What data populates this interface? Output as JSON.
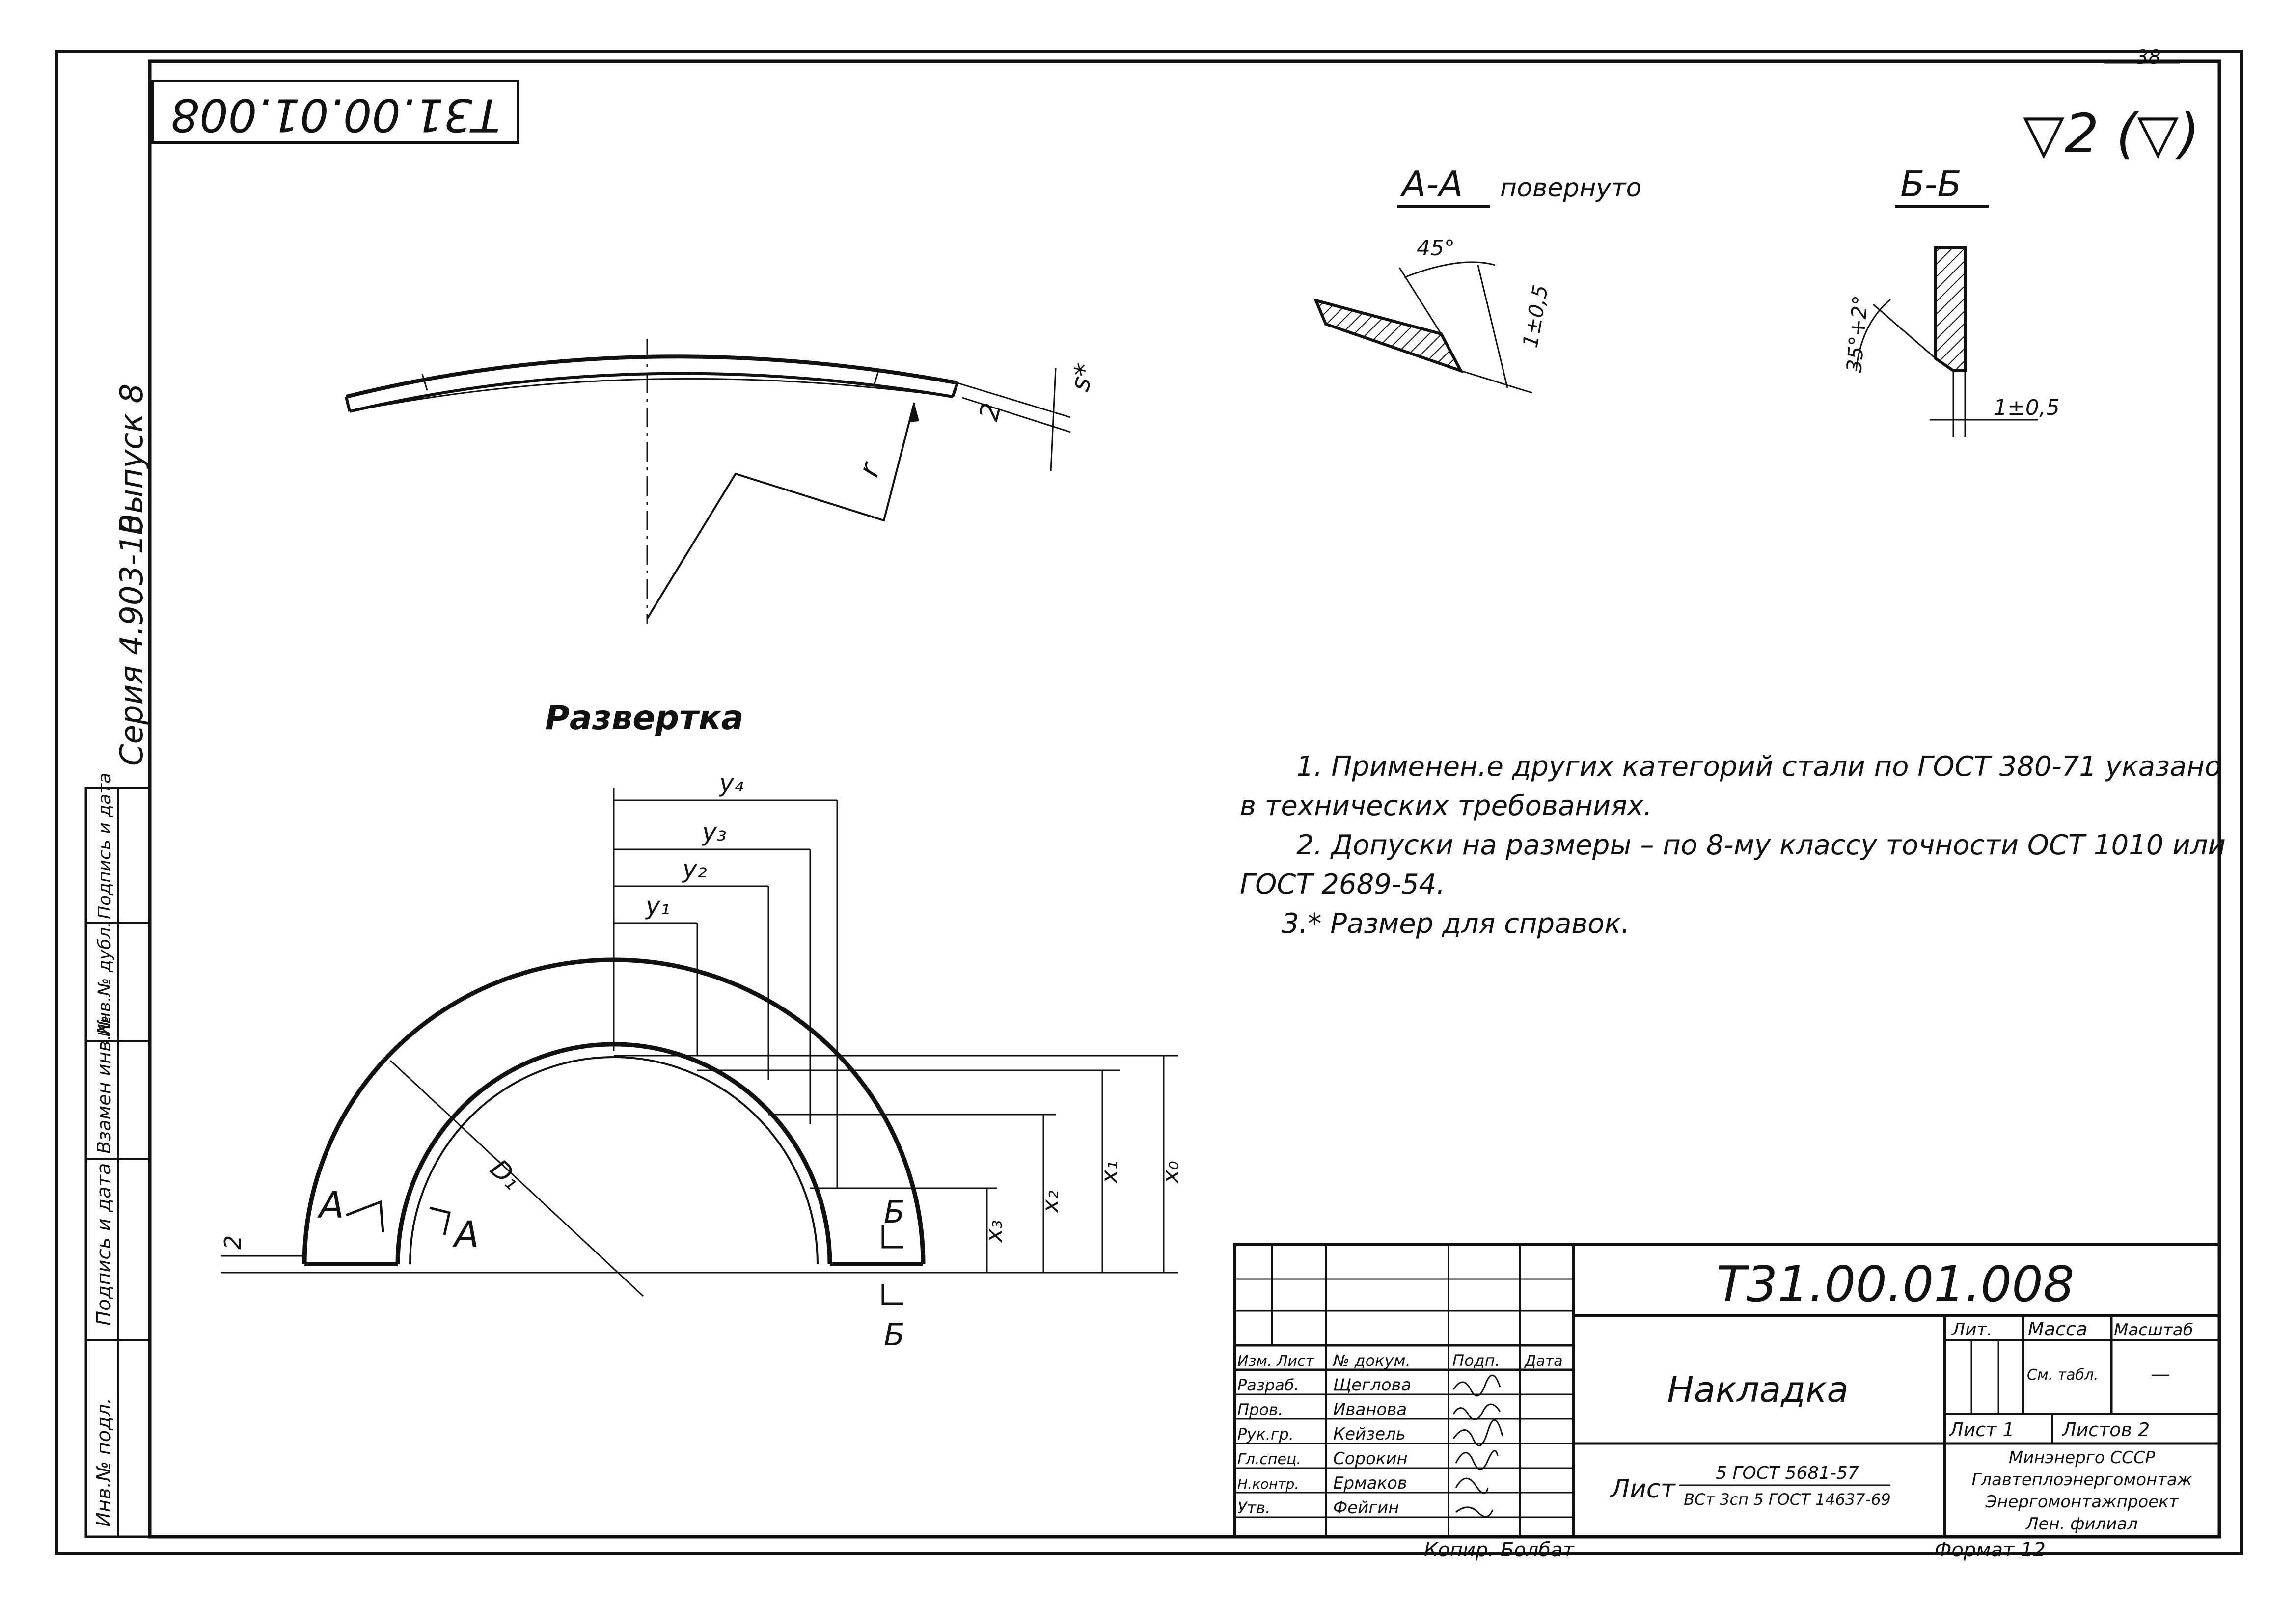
{
  "sheet": {
    "page_number": "38",
    "top_code": "Т31.00.01.008",
    "surface_mark": "▽2 (▽)",
    "copied_by": "Копир. Болбат",
    "format": "Формат 12"
  },
  "left_margin": {
    "series": "Серия 4.903-10",
    "issue": "Выпуск 8",
    "stamp_cells": [
      "Инв.№ подл.",
      "Подпись и дата",
      "Взамен инв.№",
      "Инв.№ дубл.",
      "Подпись и дата"
    ]
  },
  "views": {
    "section_aa_title": "А-А",
    "section_aa_note": "повернуто",
    "section_aa_angle": "45°",
    "section_aa_dim": "1±0,5",
    "section_bb_title": "Б-Б",
    "section_bb_angle": "35°+2°",
    "section_bb_dim": "1±0,5",
    "profile_labels": {
      "r": "r",
      "two": "2",
      "s": "s*"
    },
    "razvertka_title": "Развертка",
    "y_labels": [
      "y₄",
      "y₃",
      "y₂",
      "y₁"
    ],
    "x_labels": [
      "x₀",
      "x₁",
      "x₂",
      "x₃"
    ],
    "d1_label": "D₁",
    "thickness_label": "2",
    "cut_a_left": "А",
    "cut_a_right": "А",
    "cut_b_top": "Б",
    "cut_b_bottom": "Б"
  },
  "notes": [
    "1. Применен.е других категорий стали по ГОСТ 380-71 указано",
    "в технических требованиях.",
    "2. Допуски на размеры – по 8-му классу точности ОСТ 1010 или",
    "ГОСТ 2689-54.",
    "3.* Размер для справок."
  ],
  "title_block": {
    "drawing_code": "Т31.00.01.008",
    "part_name": "Накладка",
    "column_headers": [
      "Изм.",
      "Лист",
      "№ докум.",
      "Подп.",
      "Дата"
    ],
    "rows": [
      {
        "role": "Разраб.",
        "name": "Щеглова"
      },
      {
        "role": "Пров.",
        "name": "Иванова"
      },
      {
        "role": "Рук.гр.",
        "name": "Кейзель"
      },
      {
        "role": "Гл.спец.",
        "name": "Сорокин"
      },
      {
        "role": "Н.контр.",
        "name": "Ермаков"
      },
      {
        "role": "Утв.",
        "name": "Фейгин"
      }
    ],
    "material_prefix": "Лист",
    "material_top": "5 ГОСТ 5681-57",
    "material_bottom": "ВСт 3сп 5 ГОСТ 14637-69",
    "lit_label": "Лит.",
    "mass_label": "Масса",
    "scale_label": "Масштаб",
    "mass_value": "См. табл.",
    "scale_value": "—",
    "sheet_label": "Лист 1",
    "sheets_label": "Листов 2",
    "org": [
      "Минэнерго СССР",
      "Главтеплоэнергомонтаж",
      "Энергомонтажпроект",
      "Лен. филиал"
    ]
  }
}
